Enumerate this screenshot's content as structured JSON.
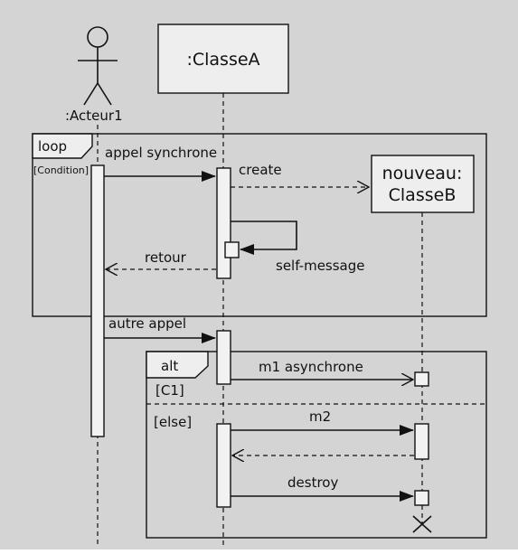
{
  "colors": {
    "background": "#d4d4d4",
    "box_fill": "#eeeeee",
    "activation_fill": "#f2f2f2",
    "frame_fill": "#e2e2e2",
    "line": "#111111"
  },
  "participants": {
    "actor": ":Acteur1",
    "classeA": ":ClasseA",
    "classeB_line1": "nouveau:",
    "classeB_line2": "ClasseB"
  },
  "fragments": {
    "loop": {
      "operator": "loop",
      "guard": "[Condition]"
    },
    "alt": {
      "operator": "alt",
      "guard1": "[C1]",
      "guard2": "[else]"
    }
  },
  "messages": {
    "appel_synchrone": "appel synchrone",
    "create": "create",
    "self_message": "self-message",
    "retour": "retour",
    "autre_appel": "autre appel",
    "m1": "m1 asynchrone",
    "m2": "m2",
    "destroy": "destroy"
  },
  "icons": {
    "actor": "stick-figure-icon",
    "destroy": "x-cross-icon"
  }
}
